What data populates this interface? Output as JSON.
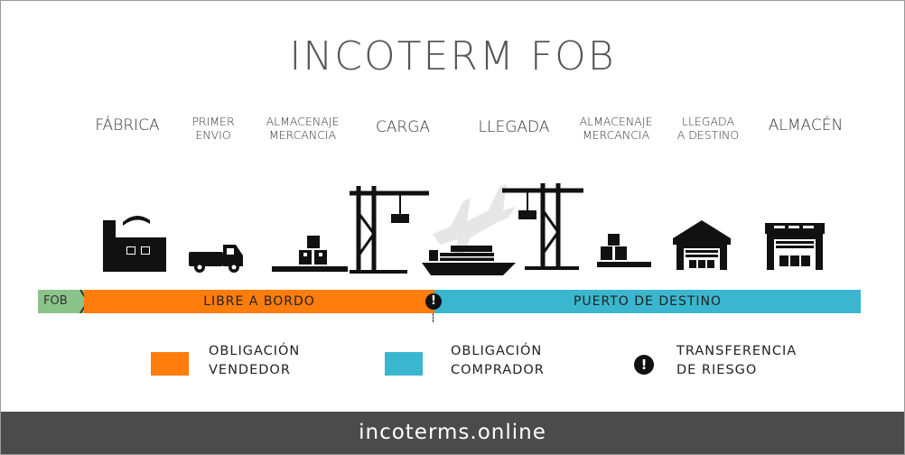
{
  "title": "INCOTERM FOB",
  "stages": [
    {
      "line1": "FÁBRICA",
      "line2": ""
    },
    {
      "line1": "PRIMER",
      "line2": "ENVIO"
    },
    {
      "line1": "ALMACENAJE",
      "line2": "MERCANCIA"
    },
    {
      "line1": "CARGA",
      "line2": ""
    },
    {
      "line1": "LLEGADA",
      "line2": ""
    },
    {
      "line1": "ALMACENAJE",
      "line2": "MERCANCIA"
    },
    {
      "line1": "LLEGADA",
      "line2": "A DESTINO"
    },
    {
      "line1": "ALMACÉN",
      "line2": ""
    }
  ],
  "bar": {
    "fob_label": "FOB",
    "seller_segment": "LIBRE A BORDO",
    "buyer_segment": "PUERTO DE DESTINO",
    "risk_symbol": "!"
  },
  "legend": {
    "seller": {
      "line1": "OBLIGACIÓN",
      "line2": "VENDEDOR",
      "color": "#ff7d0d"
    },
    "buyer": {
      "line1": "OBLIGACIÓN",
      "line2": "COMPRADOR",
      "color": "#3bb6cf"
    },
    "risk": {
      "line1": "TRANSFERENCIA",
      "line2": "DE RIESGO",
      "symbol": "!"
    }
  },
  "icons": [
    "factory-icon",
    "truck-icon",
    "boxes-icon",
    "crane-icon",
    "airplane-icon",
    "ship-icon",
    "crane-icon",
    "boxes-icon",
    "warehouse-icon",
    "warehouse-icon"
  ],
  "colors": {
    "fob": "#8bc48a",
    "seller": "#ff7d0d",
    "buyer": "#3bb6cf",
    "footer": "#4b4b4b"
  },
  "footer": "incoterms.online"
}
